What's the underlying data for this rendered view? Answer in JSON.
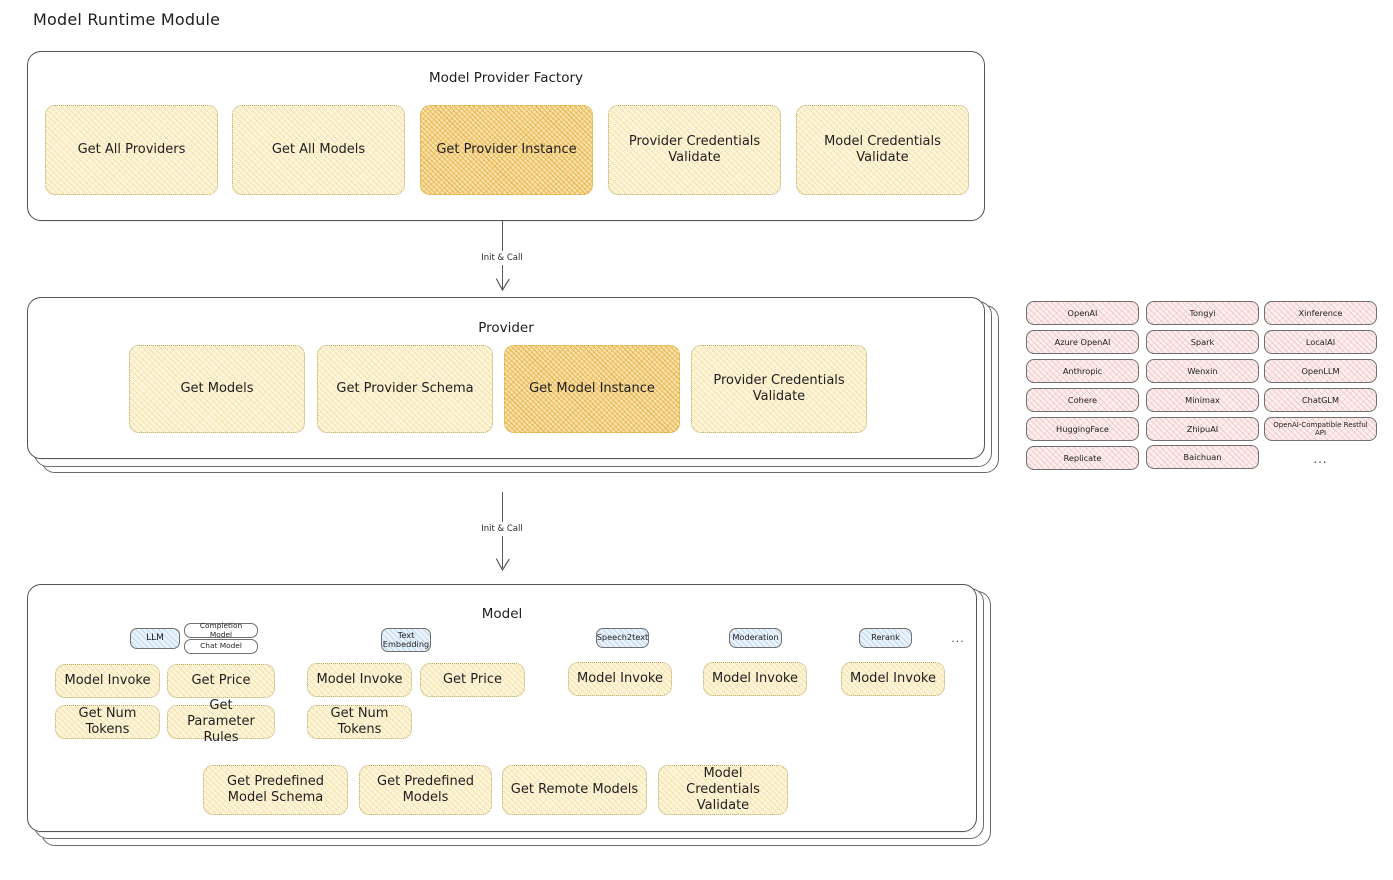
{
  "diagram": {
    "title": "Model Runtime Module",
    "accent_highlight": "#fbe3ae",
    "accent_card": "#fdf6de",
    "accent_provider": "#fdf0f0",
    "accent_badge": "#eaf3fb"
  },
  "factory": {
    "title": "Model Provider Factory",
    "methods": [
      {
        "label": "Get All Providers",
        "highlighted": false
      },
      {
        "label": "Get All Models",
        "highlighted": false
      },
      {
        "label": "Get Provider Instance",
        "highlighted": true
      },
      {
        "label": "Provider Credentials Validate",
        "highlighted": false
      },
      {
        "label": "Model Credentials Validate",
        "highlighted": false
      }
    ]
  },
  "arrows": [
    {
      "label": "Init & Call"
    },
    {
      "label": "Init & Call"
    }
  ],
  "provider": {
    "title": "Provider",
    "methods": [
      {
        "label": "Get Models",
        "highlighted": false
      },
      {
        "label": "Get Provider Schema",
        "highlighted": false
      },
      {
        "label": "Get Model Instance",
        "highlighted": true
      },
      {
        "label": "Provider Credentials Validate",
        "highlighted": false
      }
    ]
  },
  "provider_list": {
    "columns": [
      [
        "OpenAI",
        "Azure OpenAI",
        "Anthropic",
        "Cohere",
        "HuggingFace",
        "Replicate"
      ],
      [
        "Tongyi",
        "Spark",
        "Wenxin",
        "Minimax",
        "ZhipuAI",
        "Baichuan"
      ],
      [
        "Xinference",
        "LocalAI",
        "OpenLLM",
        "ChatGLM",
        "OpenAI-Compatible Restful API"
      ]
    ],
    "more": "..."
  },
  "model": {
    "title": "Model",
    "more": "...",
    "types": [
      {
        "badge": "LLM",
        "subtags": [
          "Completion Model",
          "Chat Model"
        ],
        "methods": [
          {
            "label": "Model Invoke",
            "highlighted": true
          },
          {
            "label": "Get Price",
            "highlighted": false
          },
          {
            "label": "Get Num Tokens",
            "highlighted": false
          },
          {
            "label": "Get Parameter Rules",
            "highlighted": false
          }
        ]
      },
      {
        "badge": "Text Embedding",
        "subtags": [],
        "methods": [
          {
            "label": "Model Invoke",
            "highlighted": true
          },
          {
            "label": "Get Price",
            "highlighted": false
          },
          {
            "label": "Get Num Tokens",
            "highlighted": false
          }
        ]
      },
      {
        "badge": "Speech2text",
        "subtags": [],
        "methods": [
          {
            "label": "Model Invoke",
            "highlighted": true
          }
        ]
      },
      {
        "badge": "Moderation",
        "subtags": [],
        "methods": [
          {
            "label": "Model Invoke",
            "highlighted": true
          }
        ]
      },
      {
        "badge": "Rerank",
        "subtags": [],
        "methods": [
          {
            "label": "Model Invoke",
            "highlighted": true
          }
        ]
      }
    ],
    "common_methods": [
      {
        "label": "Get Predefined Model Schema"
      },
      {
        "label": "Get Predefined Models"
      },
      {
        "label": "Get Remote Models"
      },
      {
        "label": "Model Credentials Validate"
      }
    ]
  }
}
